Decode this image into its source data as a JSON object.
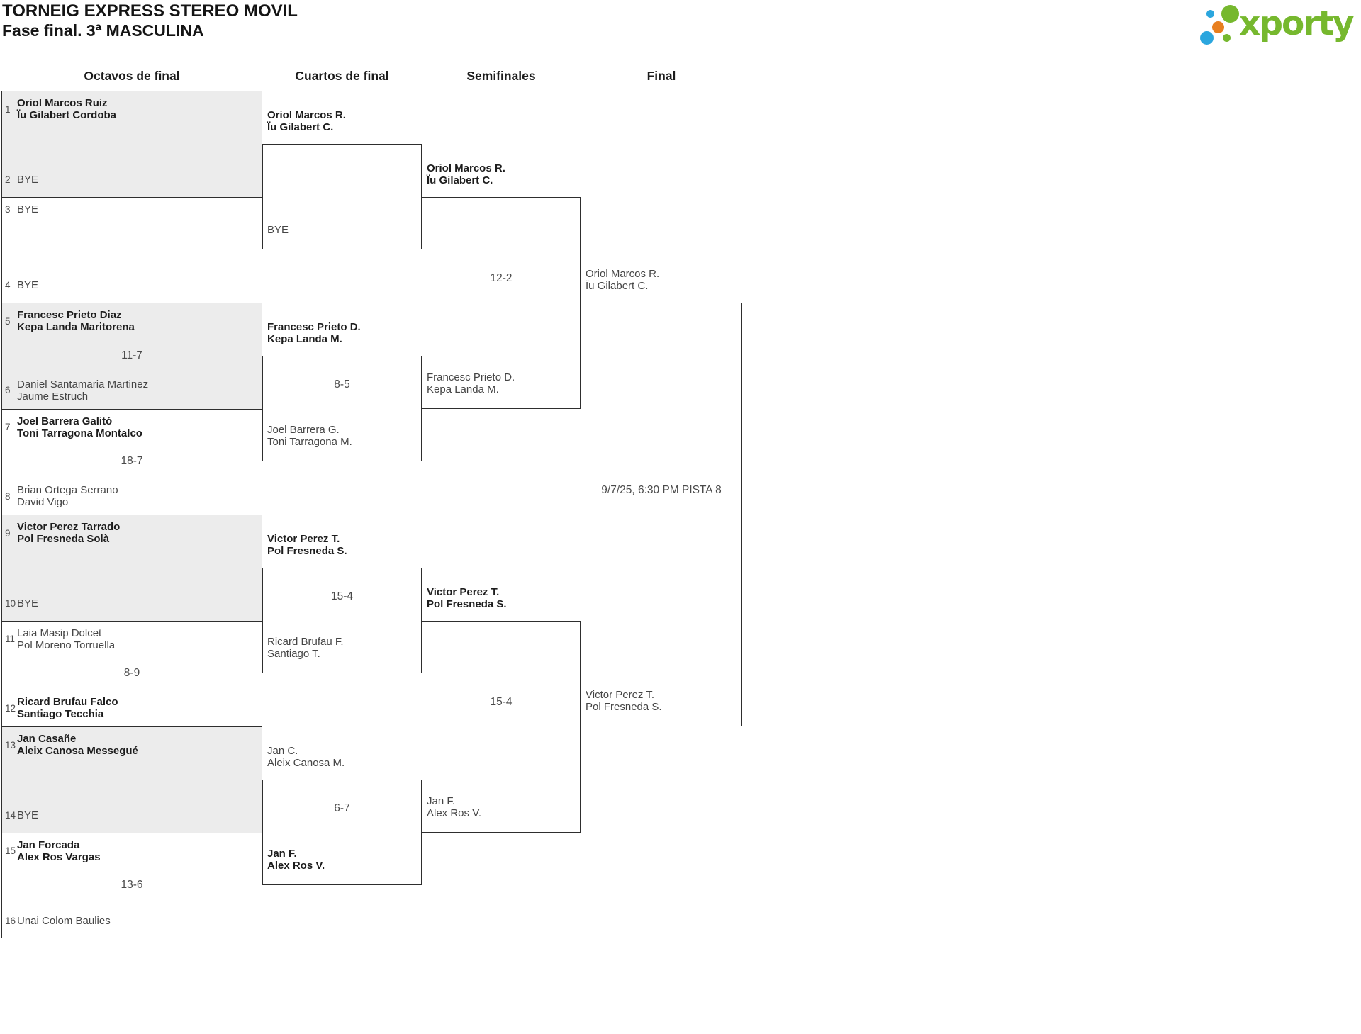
{
  "title": "TORNEIG EXPRESS STEREO MOVIL",
  "subtitle": "Fase final. 3ª MASCULINA",
  "logo": {
    "text": "xporty",
    "green": "#76b82e",
    "blue": "#2ba6de",
    "orange": "#e87f1f"
  },
  "colors": {
    "line": "#2e2e2e",
    "shaded_match": "#ececec",
    "winner_text": "#1d1d1d",
    "regular_text": "#454545"
  },
  "rounds": [
    {
      "label": "Octavos de final",
      "matches": [
        {
          "score": "",
          "entrants": [
            {
              "seed": "1",
              "names": [
                "Oriol Marcos Ruiz",
                "Ïu Gilabert Cordoba"
              ],
              "winner": true
            },
            {
              "seed": "2",
              "names": [
                "BYE"
              ],
              "winner": false
            }
          ]
        },
        {
          "score": "",
          "entrants": [
            {
              "seed": "3",
              "names": [
                "BYE"
              ],
              "winner": false
            },
            {
              "seed": "4",
              "names": [
                "BYE"
              ],
              "winner": false
            }
          ]
        },
        {
          "score": "11-7",
          "entrants": [
            {
              "seed": "5",
              "names": [
                "Francesc Prieto Diaz",
                "Kepa Landa Maritorena"
              ],
              "winner": true
            },
            {
              "seed": "6",
              "names": [
                "Daniel Santamaria Martinez",
                "Jaume Estruch"
              ],
              "winner": false
            }
          ]
        },
        {
          "score": "18-7",
          "entrants": [
            {
              "seed": "7",
              "names": [
                "Joel Barrera Galitó",
                "Toni Tarragona Montalco"
              ],
              "winner": true
            },
            {
              "seed": "8",
              "names": [
                "Brian Ortega Serrano",
                "David Vigo"
              ],
              "winner": false
            }
          ]
        },
        {
          "score": "",
          "entrants": [
            {
              "seed": "9",
              "names": [
                "Victor Perez Tarrado",
                "Pol Fresneda Solà"
              ],
              "winner": true
            },
            {
              "seed": "10",
              "names": [
                "BYE"
              ],
              "winner": false
            }
          ]
        },
        {
          "score": "8-9",
          "entrants": [
            {
              "seed": "11",
              "names": [
                "Laia Masip Dolcet",
                "Pol Moreno Torruella"
              ],
              "winner": false
            },
            {
              "seed": "12",
              "names": [
                "Ricard Brufau Falco",
                "Santiago Tecchia"
              ],
              "winner": true
            }
          ]
        },
        {
          "score": "",
          "entrants": [
            {
              "seed": "13",
              "names": [
                "Jan Casañe",
                "Aleix Canosa Messegué"
              ],
              "winner": true
            },
            {
              "seed": "14",
              "names": [
                "BYE"
              ],
              "winner": false
            }
          ]
        },
        {
          "score": "13-6",
          "entrants": [
            {
              "seed": "15",
              "names": [
                "Jan Forcada",
                "Alex Ros Vargas"
              ],
              "winner": true
            },
            {
              "seed": "16",
              "names": [
                "Unai Colom Baulies"
              ],
              "winner": false
            }
          ]
        }
      ]
    },
    {
      "label": "Cuartos de final",
      "matches": [
        {
          "score": "",
          "entrants": [
            {
              "names": [
                "Oriol Marcos R.",
                "Ïu Gilabert C."
              ],
              "winner": true
            },
            {
              "names": [
                "BYE"
              ],
              "winner": false
            }
          ]
        },
        {
          "score": "8-5",
          "entrants": [
            {
              "names": [
                "Francesc Prieto D.",
                "Kepa Landa M."
              ],
              "winner": true
            },
            {
              "names": [
                "Joel Barrera G.",
                "Toni Tarragona M."
              ],
              "winner": false
            }
          ]
        },
        {
          "score": "15-4",
          "entrants": [
            {
              "names": [
                "Victor Perez T.",
                "Pol Fresneda S."
              ],
              "winner": true
            },
            {
              "names": [
                "Ricard Brufau F.",
                "Santiago T."
              ],
              "winner": false
            }
          ]
        },
        {
          "score": "6-7",
          "entrants": [
            {
              "names": [
                "Jan C.",
                "Aleix Canosa M."
              ],
              "winner": false
            },
            {
              "names": [
                "Jan F.",
                "Alex Ros V."
              ],
              "winner": true
            }
          ]
        }
      ]
    },
    {
      "label": "Semifinales",
      "matches": [
        {
          "score": "12-2",
          "entrants": [
            {
              "names": [
                "Oriol Marcos R.",
                "Ïu Gilabert C."
              ],
              "winner": true
            },
            {
              "names": [
                "Francesc Prieto D.",
                "Kepa Landa M."
              ],
              "winner": false
            }
          ]
        },
        {
          "score": "15-4",
          "entrants": [
            {
              "names": [
                "Victor Perez T.",
                "Pol Fresneda S."
              ],
              "winner": true
            },
            {
              "names": [
                "Jan F.",
                "Alex Ros V."
              ],
              "winner": false
            }
          ]
        }
      ]
    },
    {
      "label": "Final",
      "matches": [
        {
          "score": "",
          "note": "9/7/25, 6:30 PM PISTA 8",
          "entrants": [
            {
              "names": [
                "Oriol Marcos R.",
                "Ïu Gilabert C."
              ],
              "winner": false
            },
            {
              "names": [
                "Victor Perez T.",
                "Pol Fresneda S."
              ],
              "winner": false
            }
          ]
        }
      ]
    }
  ]
}
